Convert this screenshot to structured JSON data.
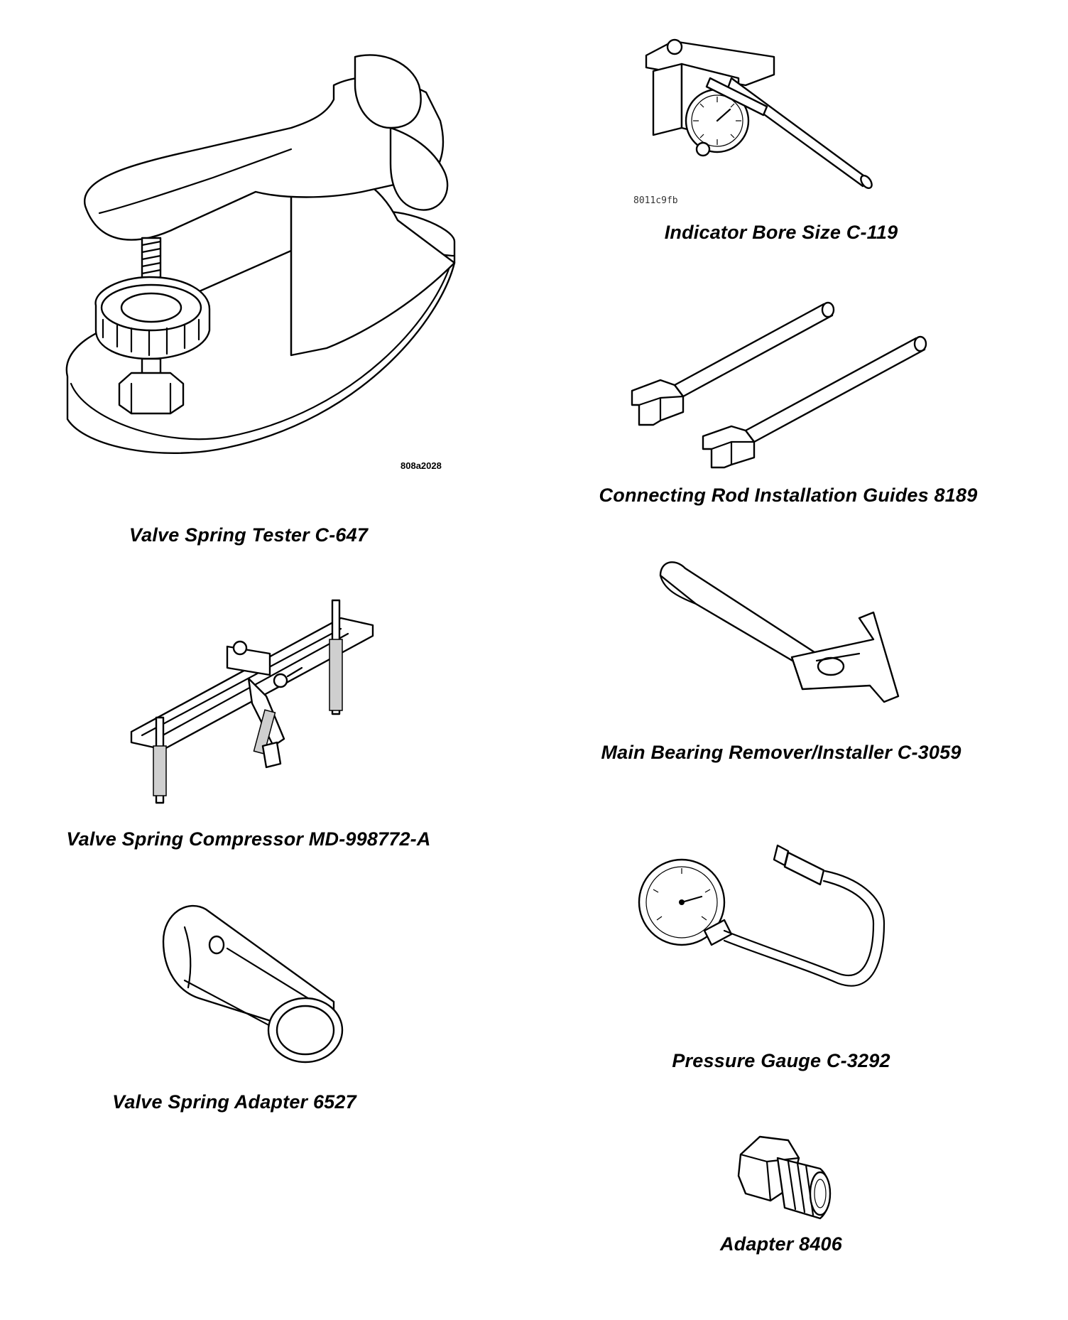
{
  "tools": [
    {
      "caption": "Valve Spring Tester C-647",
      "code": "808a2028"
    },
    {
      "caption": "Indicator Bore Size C-119",
      "code": "8011c9fb"
    },
    {
      "caption": "Connecting Rod Installation Guides 8189"
    },
    {
      "caption": "Main Bearing Remover/Installer C-3059"
    },
    {
      "caption": "Valve Spring Compressor MD-998772-A"
    },
    {
      "caption": "Pressure Gauge C-3292"
    },
    {
      "caption": "Valve Spring Adapter 6527"
    },
    {
      "caption": "Adapter 8406"
    }
  ],
  "icons": [
    "valve-spring-tester-illustration",
    "indicator-bore-size-illustration",
    "connecting-rod-guides-illustration",
    "main-bearing-remover-illustration",
    "valve-spring-compressor-illustration",
    "pressure-gauge-illustration",
    "valve-spring-adapter-illustration",
    "adapter-fitting-illustration"
  ]
}
